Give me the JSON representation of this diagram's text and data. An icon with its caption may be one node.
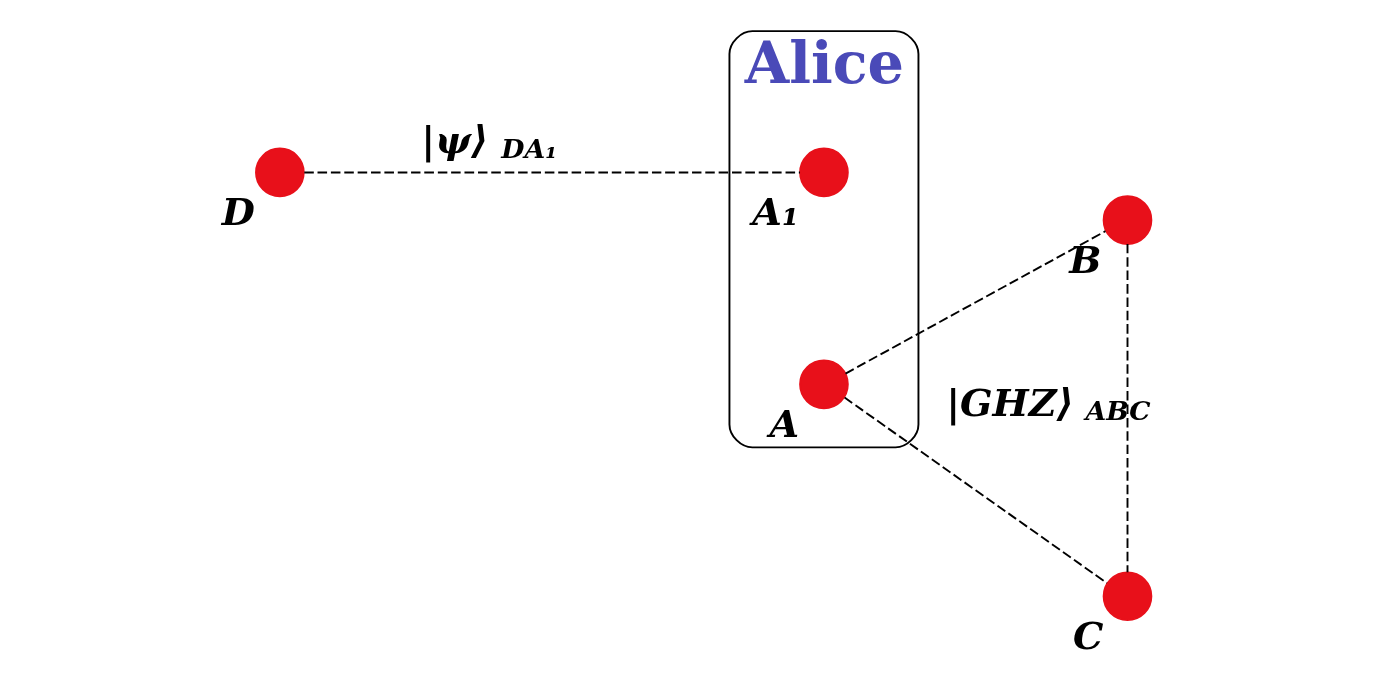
{
  "diagram": {
    "nodes": [
      {
        "text": [],
        "shape": "circle",
        "beside": [
          "D"
        ]
      },
      {
        "text": [
          "Alice"
        ]
      },
      {
        "text": [],
        "shape": "circle",
        "beside": [
          "A₁"
        ],
        "in": 1
      },
      {
        "text": [],
        "shape": "circle",
        "beside": [
          "A"
        ],
        "in": 1
      },
      {
        "text": [],
        "shape": "circle",
        "beside": [
          "B"
        ]
      },
      {
        "text": [],
        "shape": "circle",
        "beside": [
          "C"
        ]
      }
    ],
    "edges": [
      {
        "from": 0,
        "to": 2,
        "arrow": "none",
        "style": "dashed",
        "label": "|ψ⟩$_{DA₁}$"
      },
      {
        "from": 3,
        "to": 4,
        "arrow": "none",
        "style": "dashed"
      },
      {
        "from": 3,
        "to": 5,
        "arrow": "none",
        "style": "dashed"
      },
      {
        "from": 4,
        "to": 5,
        "arrow": "none",
        "style": "dashed",
        "label": "|GHZ⟩$_{ABC}$"
      }
    ]
  }
}
